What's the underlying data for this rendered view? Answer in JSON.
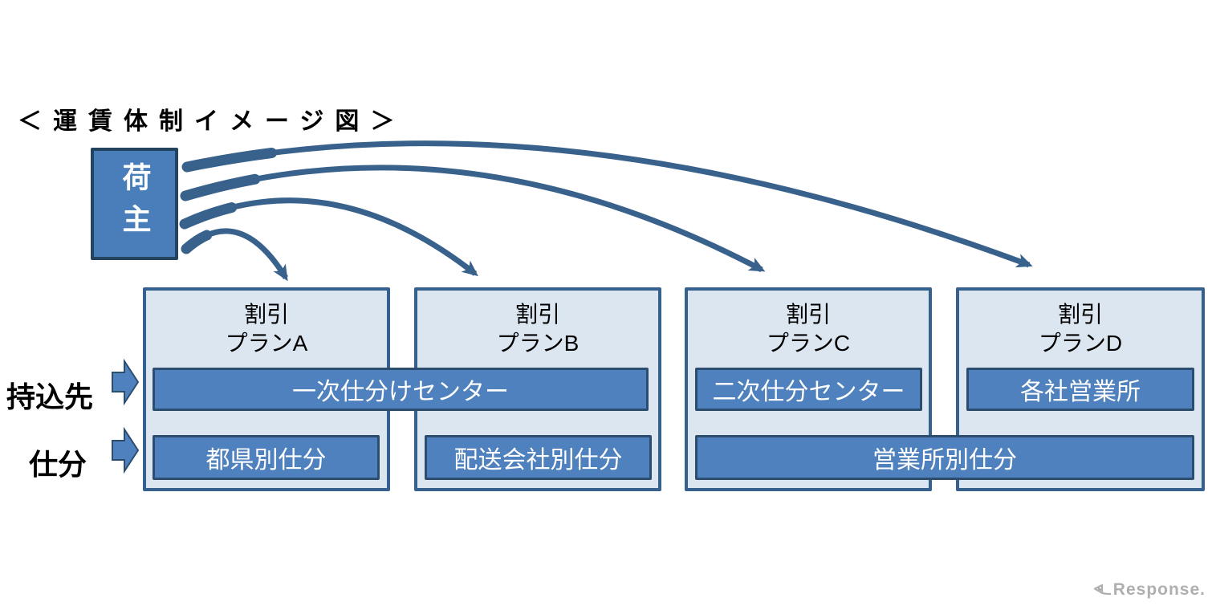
{
  "title": "＜運賃体制イメージ図＞",
  "shipper": {
    "label": "荷主"
  },
  "row_labels": {
    "dropoff": "持込先",
    "sorting": "仕分"
  },
  "plans": [
    {
      "category": "割引",
      "name": "プランA"
    },
    {
      "category": "割引",
      "name": "プランB"
    },
    {
      "category": "割引",
      "name": "プランC"
    },
    {
      "category": "割引",
      "name": "プランD"
    }
  ],
  "bars": {
    "primary_sorting_center": "一次仕分けセンター",
    "secondary_sorting_center": "二次仕分センター",
    "company_sales_offices": "各社営業所",
    "sort_by_prefecture": "都県別仕分",
    "sort_by_delivery_company": "配送会社別仕分",
    "sort_by_sales_office": "営業所別仕分"
  },
  "watermark": "Response.",
  "colors": {
    "accent": "#4E81BD",
    "box_fill": "#DCE6F1",
    "box_border": "#36618F",
    "bar_fill": "#4E81BD",
    "bar_border": "#2C4D6E",
    "shipper_fill": "#4A7EBA",
    "shipper_border": "#24435F",
    "arc": "#38618C",
    "text_on_blue": "#FFFFFF",
    "watermark_gray": "#AFAFAF"
  }
}
